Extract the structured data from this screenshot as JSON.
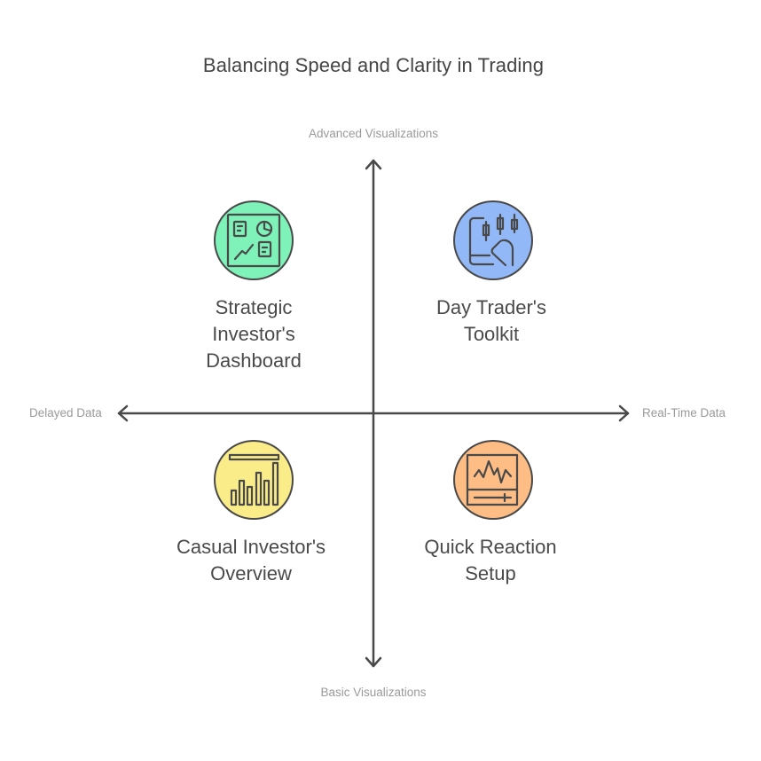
{
  "title": "Balancing Speed and Clarity in Trading",
  "axes": {
    "top": "Advanced Visualizations",
    "bottom": "Basic Visualizations",
    "left": "Delayed Data",
    "right": "Real-Time Data"
  },
  "quadrants": [
    {
      "position": "top-left",
      "lines": [
        "Strategic",
        "Investor's",
        "Dashboard"
      ],
      "icon": "dashboard-icon",
      "color": "#7ef2b8"
    },
    {
      "position": "top-right",
      "lines": [
        "Day Trader's",
        "Toolkit"
      ],
      "icon": "candlestick-phone-icon",
      "color": "#93b8f8"
    },
    {
      "position": "bottom-left",
      "lines": [
        "Casual Investor's",
        "Overview"
      ],
      "icon": "bar-chart-icon",
      "color": "#fbec8a"
    },
    {
      "position": "bottom-right",
      "lines": [
        "Quick Reaction",
        "Setup"
      ],
      "icon": "monitor-waveform-icon",
      "color": "#fdbd85"
    }
  ],
  "colors": {
    "stroke": "#494949",
    "text": "#4a4a4a",
    "axis_text": "#9a9a9a"
  }
}
